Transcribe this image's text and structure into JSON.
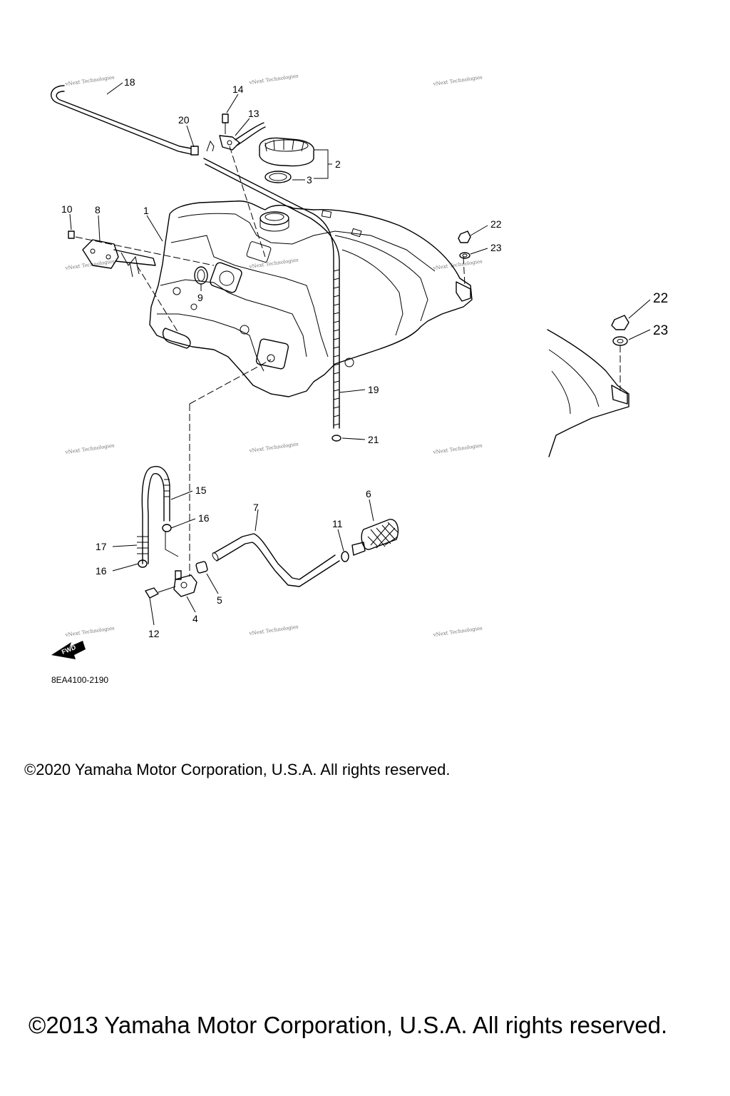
{
  "diagram": {
    "callouts": [
      {
        "id": "c18",
        "text": "18"
      },
      {
        "id": "c14",
        "text": "14"
      },
      {
        "id": "c13",
        "text": "13"
      },
      {
        "id": "c20",
        "text": "20"
      },
      {
        "id": "c2",
        "text": "2"
      },
      {
        "id": "c3",
        "text": "3"
      },
      {
        "id": "c10",
        "text": "10"
      },
      {
        "id": "c8",
        "text": "8"
      },
      {
        "id": "c1",
        "text": "1"
      },
      {
        "id": "c22a",
        "text": "22"
      },
      {
        "id": "c23a",
        "text": "23"
      },
      {
        "id": "c22b",
        "text": "22"
      },
      {
        "id": "c23b",
        "text": "23"
      },
      {
        "id": "c9",
        "text": "9"
      },
      {
        "id": "c19",
        "text": "19"
      },
      {
        "id": "c21",
        "text": "21"
      },
      {
        "id": "c15",
        "text": "15"
      },
      {
        "id": "c16a",
        "text": "16"
      },
      {
        "id": "c7",
        "text": "7"
      },
      {
        "id": "c6",
        "text": "6"
      },
      {
        "id": "c11",
        "text": "11"
      },
      {
        "id": "c17",
        "text": "17"
      },
      {
        "id": "c16b",
        "text": "16"
      },
      {
        "id": "c5",
        "text": "5"
      },
      {
        "id": "c4",
        "text": "4"
      },
      {
        "id": "c12",
        "text": "12"
      }
    ],
    "watermark": "vNext Technologies",
    "fwd_label": "FWD",
    "diagram_code": "8EA4100-2190"
  },
  "footer": {
    "copyright_2020": "©2020 Yamaha Motor Corporation, U.S.A. All rights reserved.",
    "copyright_2013": "©2013 Yamaha Motor Corporation, U.S.A. All rights reserved."
  }
}
